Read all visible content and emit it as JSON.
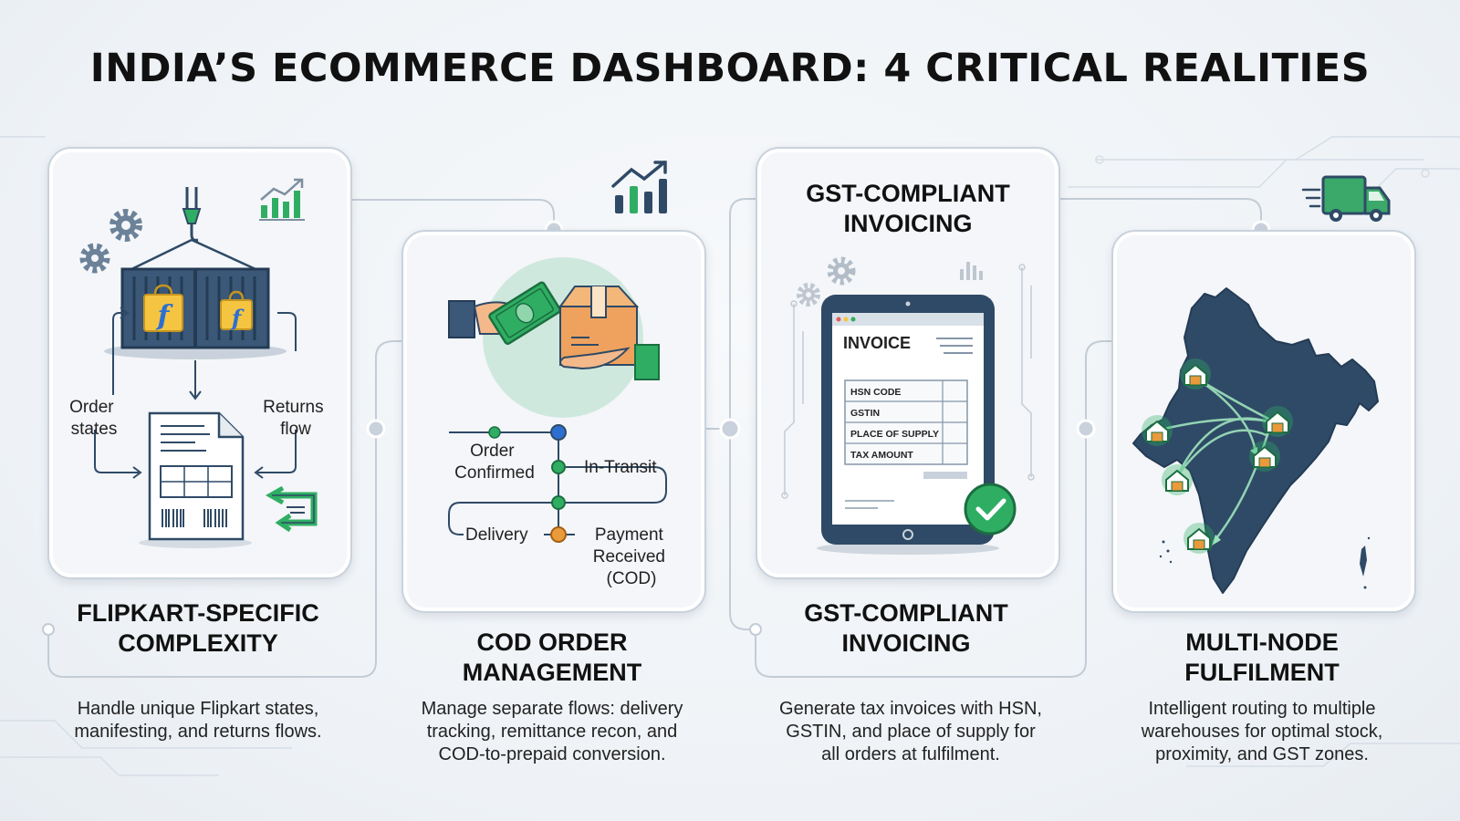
{
  "title": "INDIA’S ECOMMERCE DASHBOARD: 4 CRITICAL REALITIES",
  "panels": [
    {
      "heading": [
        "FLIPKART-SPECIFIC",
        "COMPLEXITY"
      ],
      "description": [
        "Handle unique Flipkart states,",
        "manifesting, and returns flows."
      ],
      "labels": {
        "order_states": [
          "Order",
          "states"
        ],
        "returns_flow": [
          "Returns",
          "flow"
        ]
      },
      "icons": [
        "gear-icon",
        "crane-hook-icon",
        "growth-chart-icon",
        "shipping-container-icon",
        "flipkart-bag-icon",
        "shipping-label-icon",
        "return-arrows-icon"
      ]
    },
    {
      "heading": [
        "COD ORDER",
        "MANAGEMENT"
      ],
      "description": [
        "Manage separate flows: delivery",
        "tracking, remittance recon, and",
        "COD-to-prepaid conversion."
      ],
      "flow": {
        "order_confirmed": [
          "Order",
          "Confirmed"
        ],
        "in_transit": "In-Transit",
        "delivery": "Delivery",
        "payment_received": [
          "Payment",
          "Received",
          "(COD)"
        ]
      },
      "icons": [
        "growth-chart-icon",
        "cash-handover-icon",
        "parcel-box-icon"
      ]
    },
    {
      "card_title": [
        "GST-COMPLIANT",
        "INVOICING"
      ],
      "heading": [
        "GST-COMPLIANT",
        "INVOICING"
      ],
      "description": [
        "Generate tax invoices with HSN,",
        "GSTIN, and place of supply for",
        "all orders at fulfilment."
      ],
      "invoice": {
        "title": "INVOICE",
        "rows": [
          "HSN CODE",
          "GSTIN",
          "PLACE OF SUPPLY",
          "TAX AMOUNT"
        ]
      },
      "icons": [
        "tablet-icon",
        "check-icon",
        "gear-icon",
        "bar-chart-icon"
      ]
    },
    {
      "heading": [
        "MULTI-NODE",
        "FULFILMENT"
      ],
      "description": [
        "Intelligent routing to multiple",
        "warehouses for optimal stock,",
        "proximity, and GST zones."
      ],
      "icons": [
        "delivery-truck-icon",
        "india-map-icon",
        "warehouse-icon"
      ]
    }
  ],
  "colors": {
    "card_border": "#c9d2dc",
    "connector": "#b9c4cf",
    "navy": "#2f4a66",
    "green": "#2fae63",
    "orange": "#e99a3b",
    "yellow": "#f5c542",
    "blue": "#2c6fd1"
  }
}
